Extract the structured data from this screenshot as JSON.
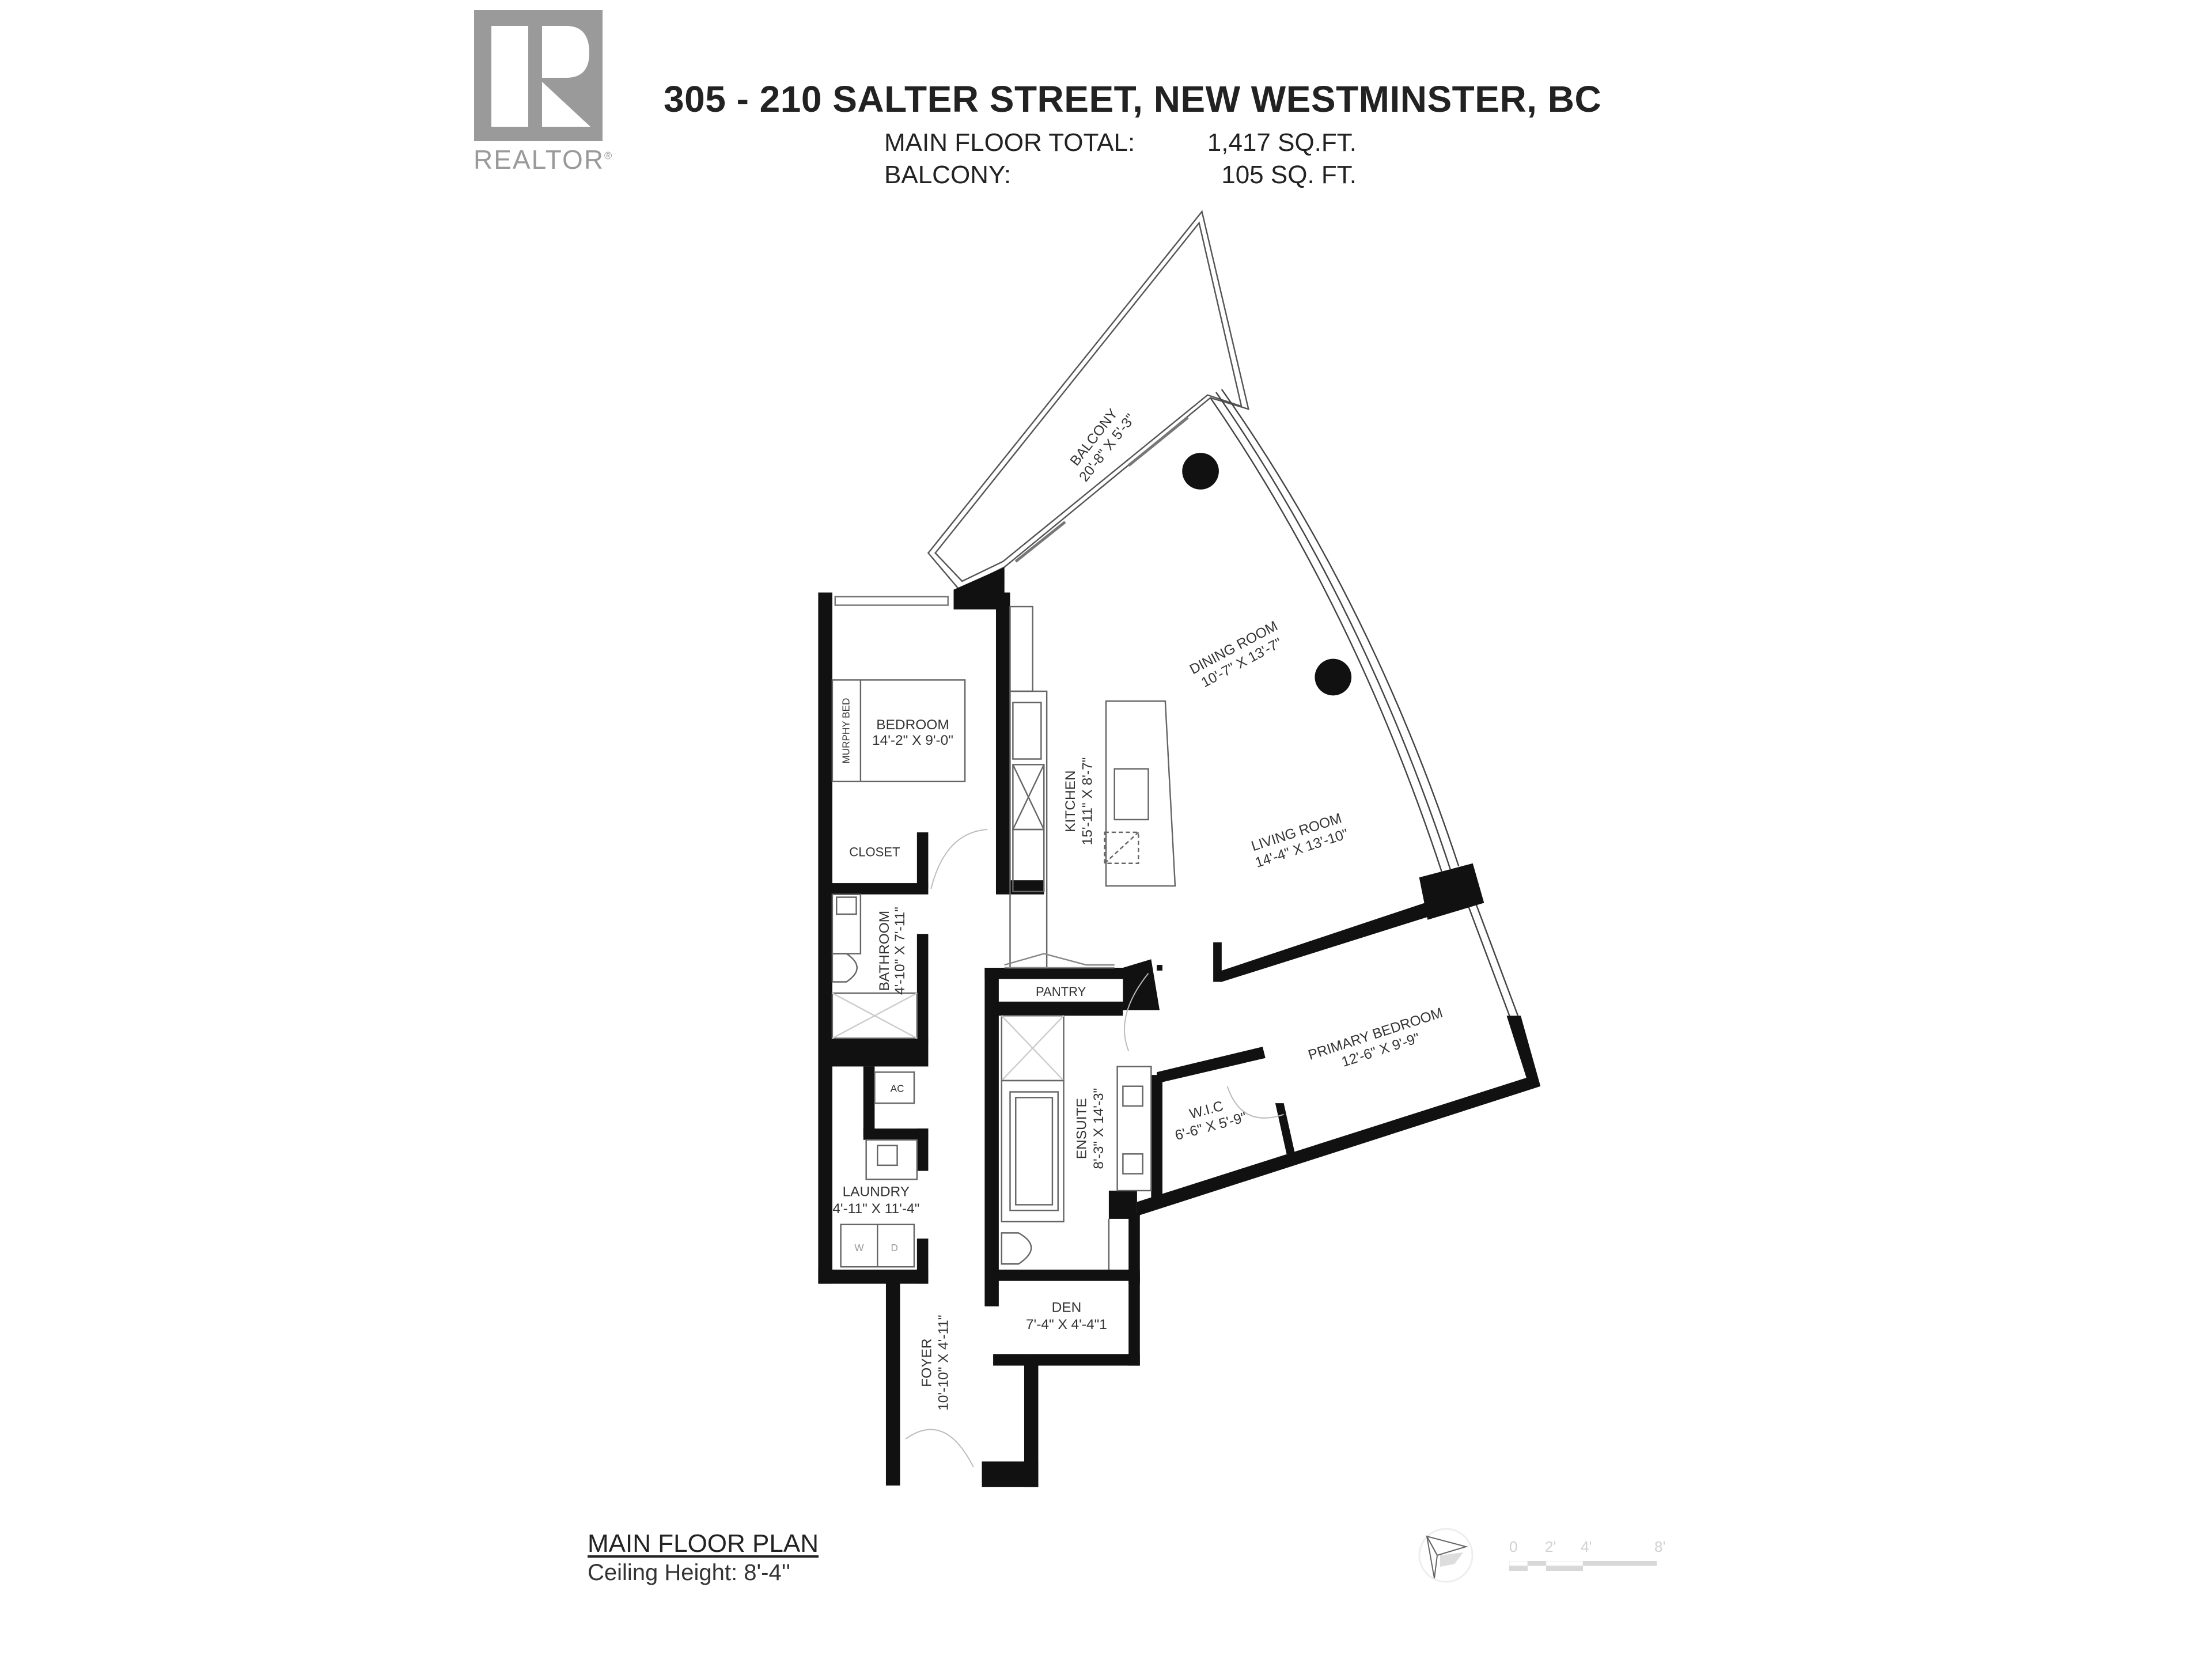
{
  "logo": {
    "icon": "realtor-r-icon",
    "wordmark": "REALTOR",
    "registered": "®",
    "color": "#9a9a9a"
  },
  "header": {
    "address": "305 - 210 SALTER STREET, NEW WESTMINSTER, BC",
    "areas": [
      {
        "label": "MAIN FLOOR TOTAL:",
        "value": "1,417 SQ.FT."
      },
      {
        "label": "BALCONY:",
        "value": "105 SQ. FT."
      }
    ]
  },
  "rooms": {
    "balcony": {
      "name": "BALCONY",
      "dims": "20'-8\" X 5'-3\""
    },
    "dining": {
      "name": "DINING ROOM",
      "dims": "10'-7\" X 13'-7\""
    },
    "living": {
      "name": "LIVING ROOM",
      "dims": "14'-4\" X 13'-10\""
    },
    "kitchen": {
      "name": "KITCHEN",
      "dims": "15'-11\" X 8'-7\""
    },
    "bedroom": {
      "name": "BEDROOM",
      "dims": "14'-2\" X 9'-0\""
    },
    "murphy_bed": {
      "name": "MURPHY BED"
    },
    "closet": {
      "name": "CLOSET"
    },
    "bathroom": {
      "name": "BATHROOM",
      "dims": "4'-10\" X 7'-11\""
    },
    "pantry": {
      "name": "PANTRY"
    },
    "ensuite": {
      "name": "ENSUITE",
      "dims": "8'-3\" X 14'-3\""
    },
    "wic": {
      "name": "W.I.C",
      "dims": "6'-6\" X 5'-9\""
    },
    "primary_bedroom": {
      "name": "PRIMARY BEDROOM",
      "dims": "12'-6\" X 9'-9\""
    },
    "ac": {
      "name": "AC"
    },
    "laundry": {
      "name": "LAUNDRY",
      "dims": "4'-11\" X 11'-4\""
    },
    "washer": {
      "name": "W"
    },
    "dryer": {
      "name": "D"
    },
    "den": {
      "name": "DEN",
      "dims": "7'-4\" X 4'-4\"1"
    },
    "foyer": {
      "name": "FOYER",
      "dims": "10'-10\" X 4'-11\""
    }
  },
  "footer": {
    "title": "MAIN FLOOR PLAN",
    "ceiling": "Ceiling Height: 8'-4''"
  },
  "compass": {
    "icon": "north-arrow-icon"
  },
  "scale_bar": {
    "labels": [
      "0",
      "2'",
      "4'",
      "8'"
    ]
  }
}
